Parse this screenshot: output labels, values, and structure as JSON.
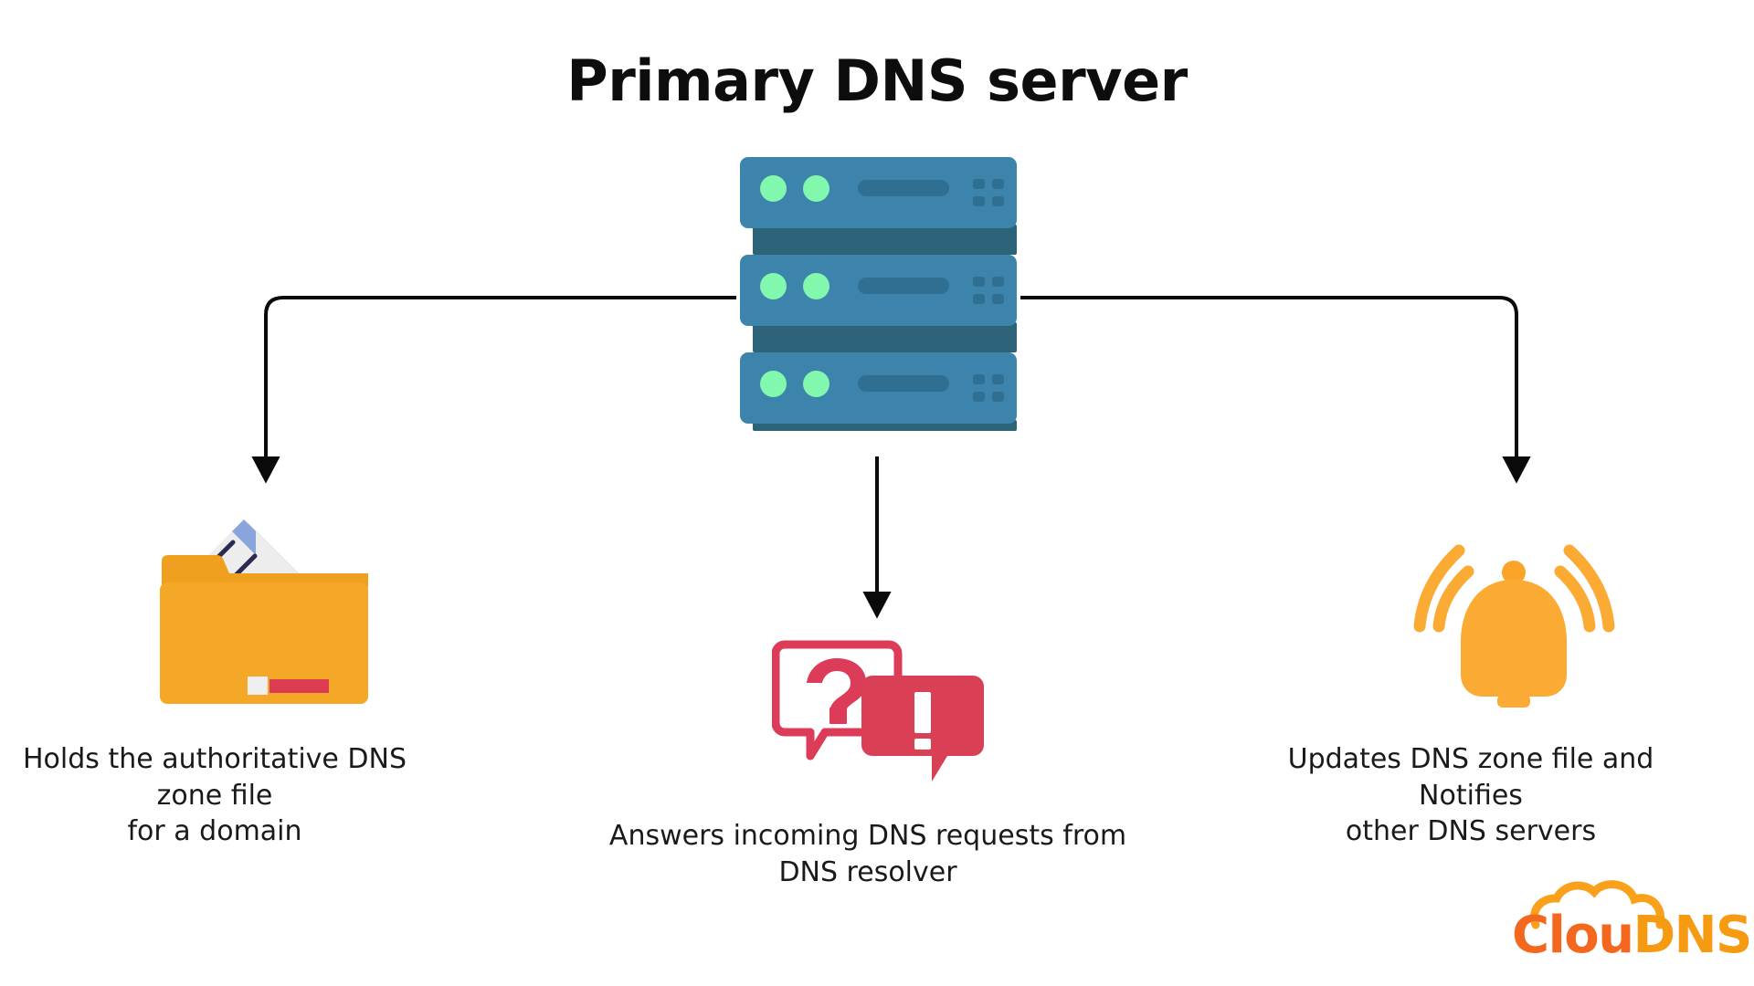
{
  "diagram": {
    "title": "Primary DNS server",
    "background_color": "#ffffff",
    "title_color": "#0d0d0d",
    "central_node": {
      "name": "primary-dns-server",
      "icon": "server-rack-icon",
      "unit_color": "#3d84ad",
      "gap_color": "#2c6379",
      "led_color": "#82f8ae",
      "detail_color": "#2f6f92",
      "unit_count": 3,
      "leds_per_unit": 2
    },
    "branches": [
      {
        "id": "zone-file",
        "icon": "folder-document-icon",
        "icon_colors": {
          "folder": "#f5a728",
          "folder_back": "#f0a01f",
          "paper": "#ebebeb",
          "paper_shadow": "#dcdcdc",
          "lines": "#2b2b52",
          "corner": "#8aa5dd",
          "tab_white": "#efefef",
          "tab_red": "#dc3c51"
        },
        "caption": "Holds the authoritative DNS zone file for a domain",
        "caption_line1": "Holds the authoritative DNS zone file",
        "caption_line2": "for a domain"
      },
      {
        "id": "answer-requests",
        "icon": "speech-bubbles-question-exclamation-icon",
        "icon_colors": {
          "outline_bubble_stroke": "#dc3c58",
          "question_mark": "#dc3c58",
          "filled_bubble": "#d93f55",
          "exclamation": "#ffffff"
        },
        "caption": "Answers incoming DNS requests from DNS resolver",
        "caption_line1": "Answers incoming DNS requests from",
        "caption_line2": "DNS resolver"
      },
      {
        "id": "notify-secondaries",
        "icon": "ringing-bell-icon",
        "icon_colors": {
          "bell": "#fbab34",
          "waves": "#fbab34"
        },
        "caption": "Updates DNS zone file and Notifies other DNS servers",
        "caption_line1": "Updates DNS zone file and Notifies",
        "caption_line2": "other DNS servers"
      }
    ],
    "connectors": {
      "color": "#0a0a0a",
      "stroke_width": 4,
      "arrow_count": 3,
      "style": "elbow-with-rounded-corners"
    }
  },
  "logo": {
    "name": "cloudns-logo",
    "text_part1": "Clou",
    "text_part2": "DNS",
    "color_part1": "#f4671f",
    "color_part2": "#f59a11",
    "cloud_color": "#f9a11b"
  }
}
